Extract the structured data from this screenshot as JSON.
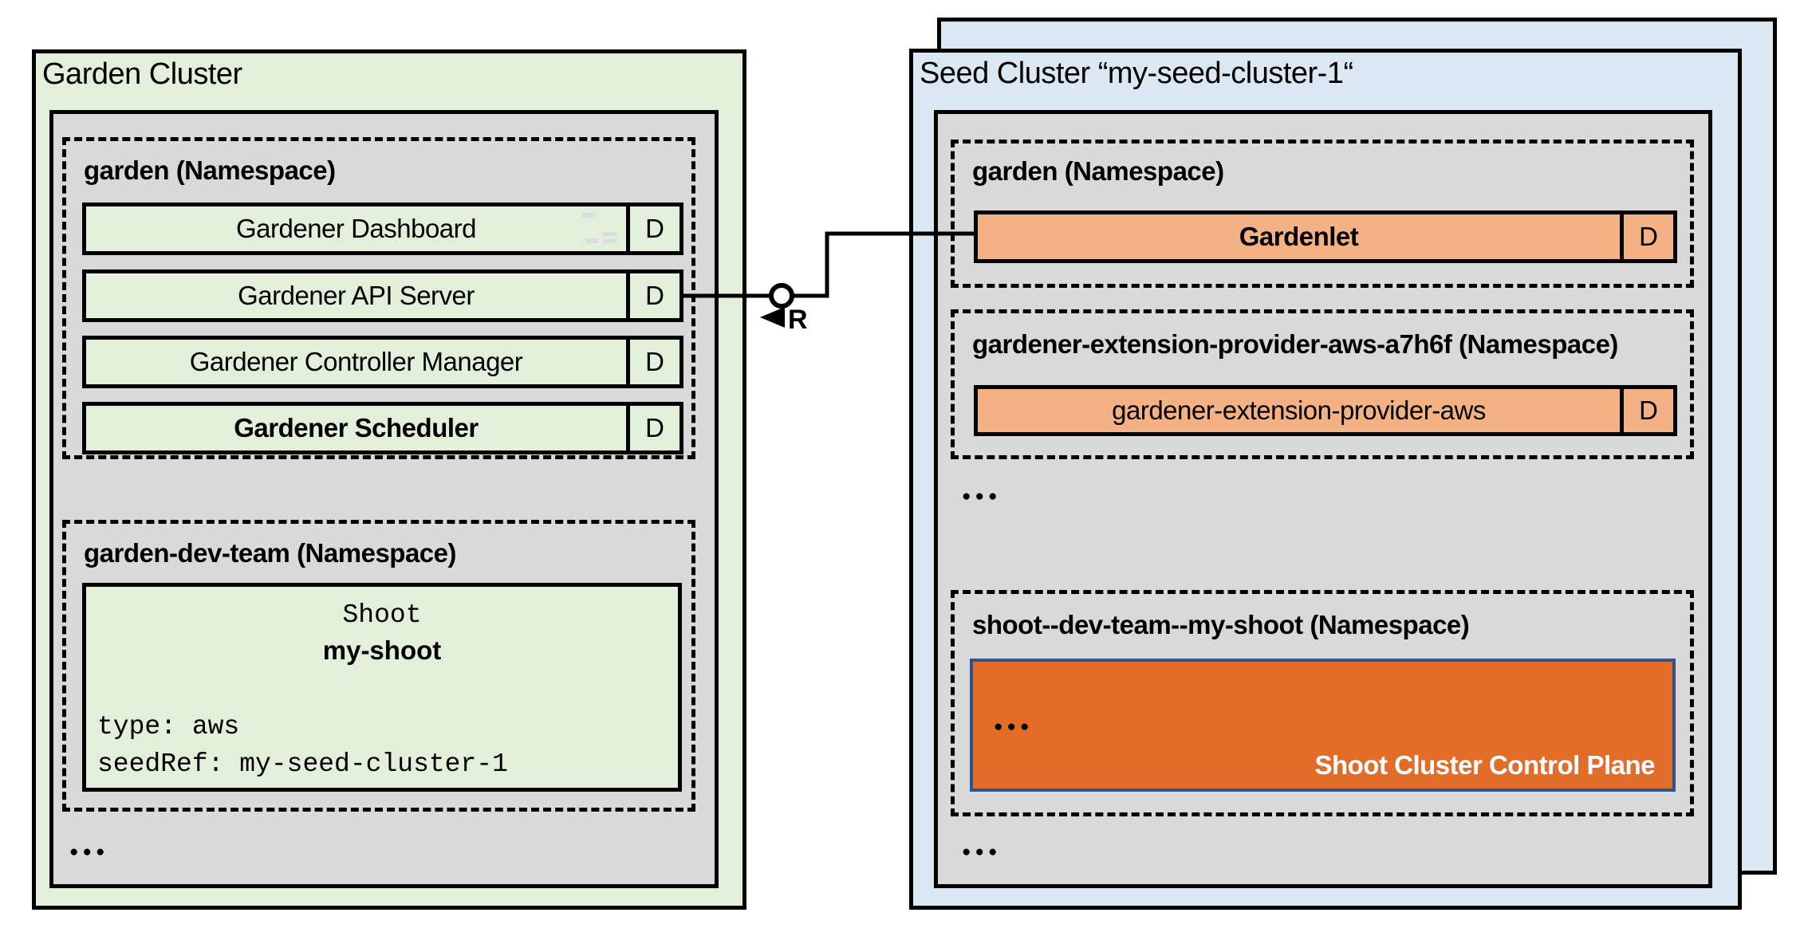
{
  "symbols": {
    "ellipsis": "●●●"
  },
  "colors": {
    "garden_cluster_bg": "#e2efda",
    "seed_cluster_bg": "#dbe7f3",
    "namespace_panel_bg": "#d9d9d9",
    "deployment_green_bg": "#e2efda",
    "deployment_orange_bg": "#f4b183",
    "control_plane_bg": "#e16d28",
    "control_plane_border": "#2e5490",
    "line_color": "#000000"
  },
  "garden_cluster": {
    "title": "Garden Cluster",
    "namespaces": [
      {
        "label": "garden (Namespace)",
        "deployments": [
          {
            "label": "Gardener Dashboard",
            "badge": "D"
          },
          {
            "label": "Gardener API Server",
            "badge": "D"
          },
          {
            "label": "Gardener Controller Manager",
            "badge": "D"
          },
          {
            "label": "Gardener Scheduler",
            "badge": "D"
          }
        ]
      },
      {
        "label": "garden-dev-team (Namespace)",
        "shoot_resource": {
          "kind": "Shoot",
          "name": "my-shoot",
          "spec_lines": [
            "type: aws",
            "seedRef: my-seed-cluster-1"
          ]
        }
      }
    ]
  },
  "seed_cluster": {
    "title": "Seed Cluster “my-seed-cluster-1“",
    "namespaces": [
      {
        "label": "garden (Namespace)",
        "deployments": [
          {
            "label": "Gardenlet",
            "badge": "D"
          }
        ]
      },
      {
        "label": "gardener-extension-provider-aws-a7h6f (Namespace)",
        "deployments": [
          {
            "label": "gardener-extension-provider-aws",
            "badge": "D"
          }
        ]
      },
      {
        "label": "shoot--dev-team--my-shoot (Namespace)",
        "control_plane": {
          "label": "Shoot Cluster Control Plane"
        }
      }
    ]
  },
  "connector": {
    "label": "R"
  }
}
